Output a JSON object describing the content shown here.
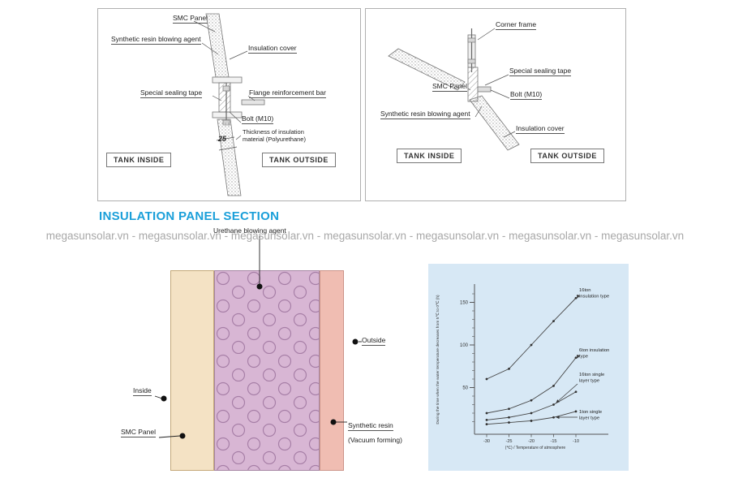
{
  "page": {
    "heading": "INSULATION PANEL SECTION",
    "heading_color": "#1a9fd9",
    "watermark": "megasunsolar.vn - megasunsolar.vn - megasunsolar.vn - megasunsolar.vn - megasunsolar.vn - megasunsolar.vn - megasunsolar.vn"
  },
  "panel_joint_diagram": {
    "labels": {
      "smc_panel": "SMC Panel",
      "blowing_agent": "Synthetic resin blowing agent",
      "insulation_cover": "Insulation cover",
      "sealing_tape": "Special sealing tape",
      "flange_bar": "Flange reinforcement bar",
      "bolt": "Bolt (M10)",
      "thickness_value": "25",
      "thickness_line1": "Thickness of insulation",
      "thickness_line2": "material (Polyurethane)",
      "tank_inside": "TANK INSIDE",
      "tank_outside": "TANK OUTSIDE"
    }
  },
  "corner_joint_diagram": {
    "labels": {
      "corner_frame": "Corner frame",
      "sealing_tape": "Special sealing tape",
      "smc_panel": "SMC Panel",
      "bolt": "Bolt (M10)",
      "blowing_agent": "Synthetic resin blowing agent",
      "insulation_cover": "Insulation cover",
      "tank_inside": "TANK INSIDE",
      "tank_outside": "TANK OUTSIDE"
    }
  },
  "panel_section_diagram": {
    "labels": {
      "urethane": "Urethane blowing agent",
      "outside": "Outside",
      "inside": "Inside",
      "smc_panel": "SMC Panel",
      "synthetic_resin": "Synthetic resin",
      "vacuum_forming": "(Vacuum forming)"
    },
    "colors": {
      "smc_layer": "#f4e2c4",
      "foam_layer": "#d8b6d4",
      "foam_bubble_outline": "#a77fa7",
      "resin_layer": "#f0bdb2",
      "chart_background": "#d7e8f5"
    }
  },
  "chart_data": {
    "type": "line",
    "x": [
      -30,
      -25,
      -20,
      -15,
      -10
    ],
    "series": [
      {
        "name": "16ton insulation type",
        "values": [
          60,
          72,
          100,
          128,
          155
        ]
      },
      {
        "name": "6ton insulation type",
        "values": [
          20,
          25,
          35,
          52,
          85
        ]
      },
      {
        "name": "16ton single layer type",
        "values": [
          12,
          15,
          20,
          30,
          45
        ]
      },
      {
        "name": "1ton single layer type",
        "values": [
          7,
          9,
          11,
          15,
          22
        ]
      }
    ],
    "annotations": [
      {
        "lines": [
          "16ton",
          "insulation type"
        ]
      },
      {
        "lines": [
          "6ton insulation",
          "type"
        ]
      },
      {
        "lines": [
          "16ton single",
          "layer type"
        ]
      },
      {
        "lines": [
          "1ton single",
          "layer type"
        ]
      }
    ],
    "yticks": [
      50,
      100,
      150
    ],
    "ylim": [
      0,
      170
    ],
    "xlabel": "(℃) / Temperature of atmosphere",
    "ylabel": "During the time when the water temperature decreases from 5℃ to 0℃ (h)",
    "grid": false,
    "legend_position": "inline-annotations"
  }
}
